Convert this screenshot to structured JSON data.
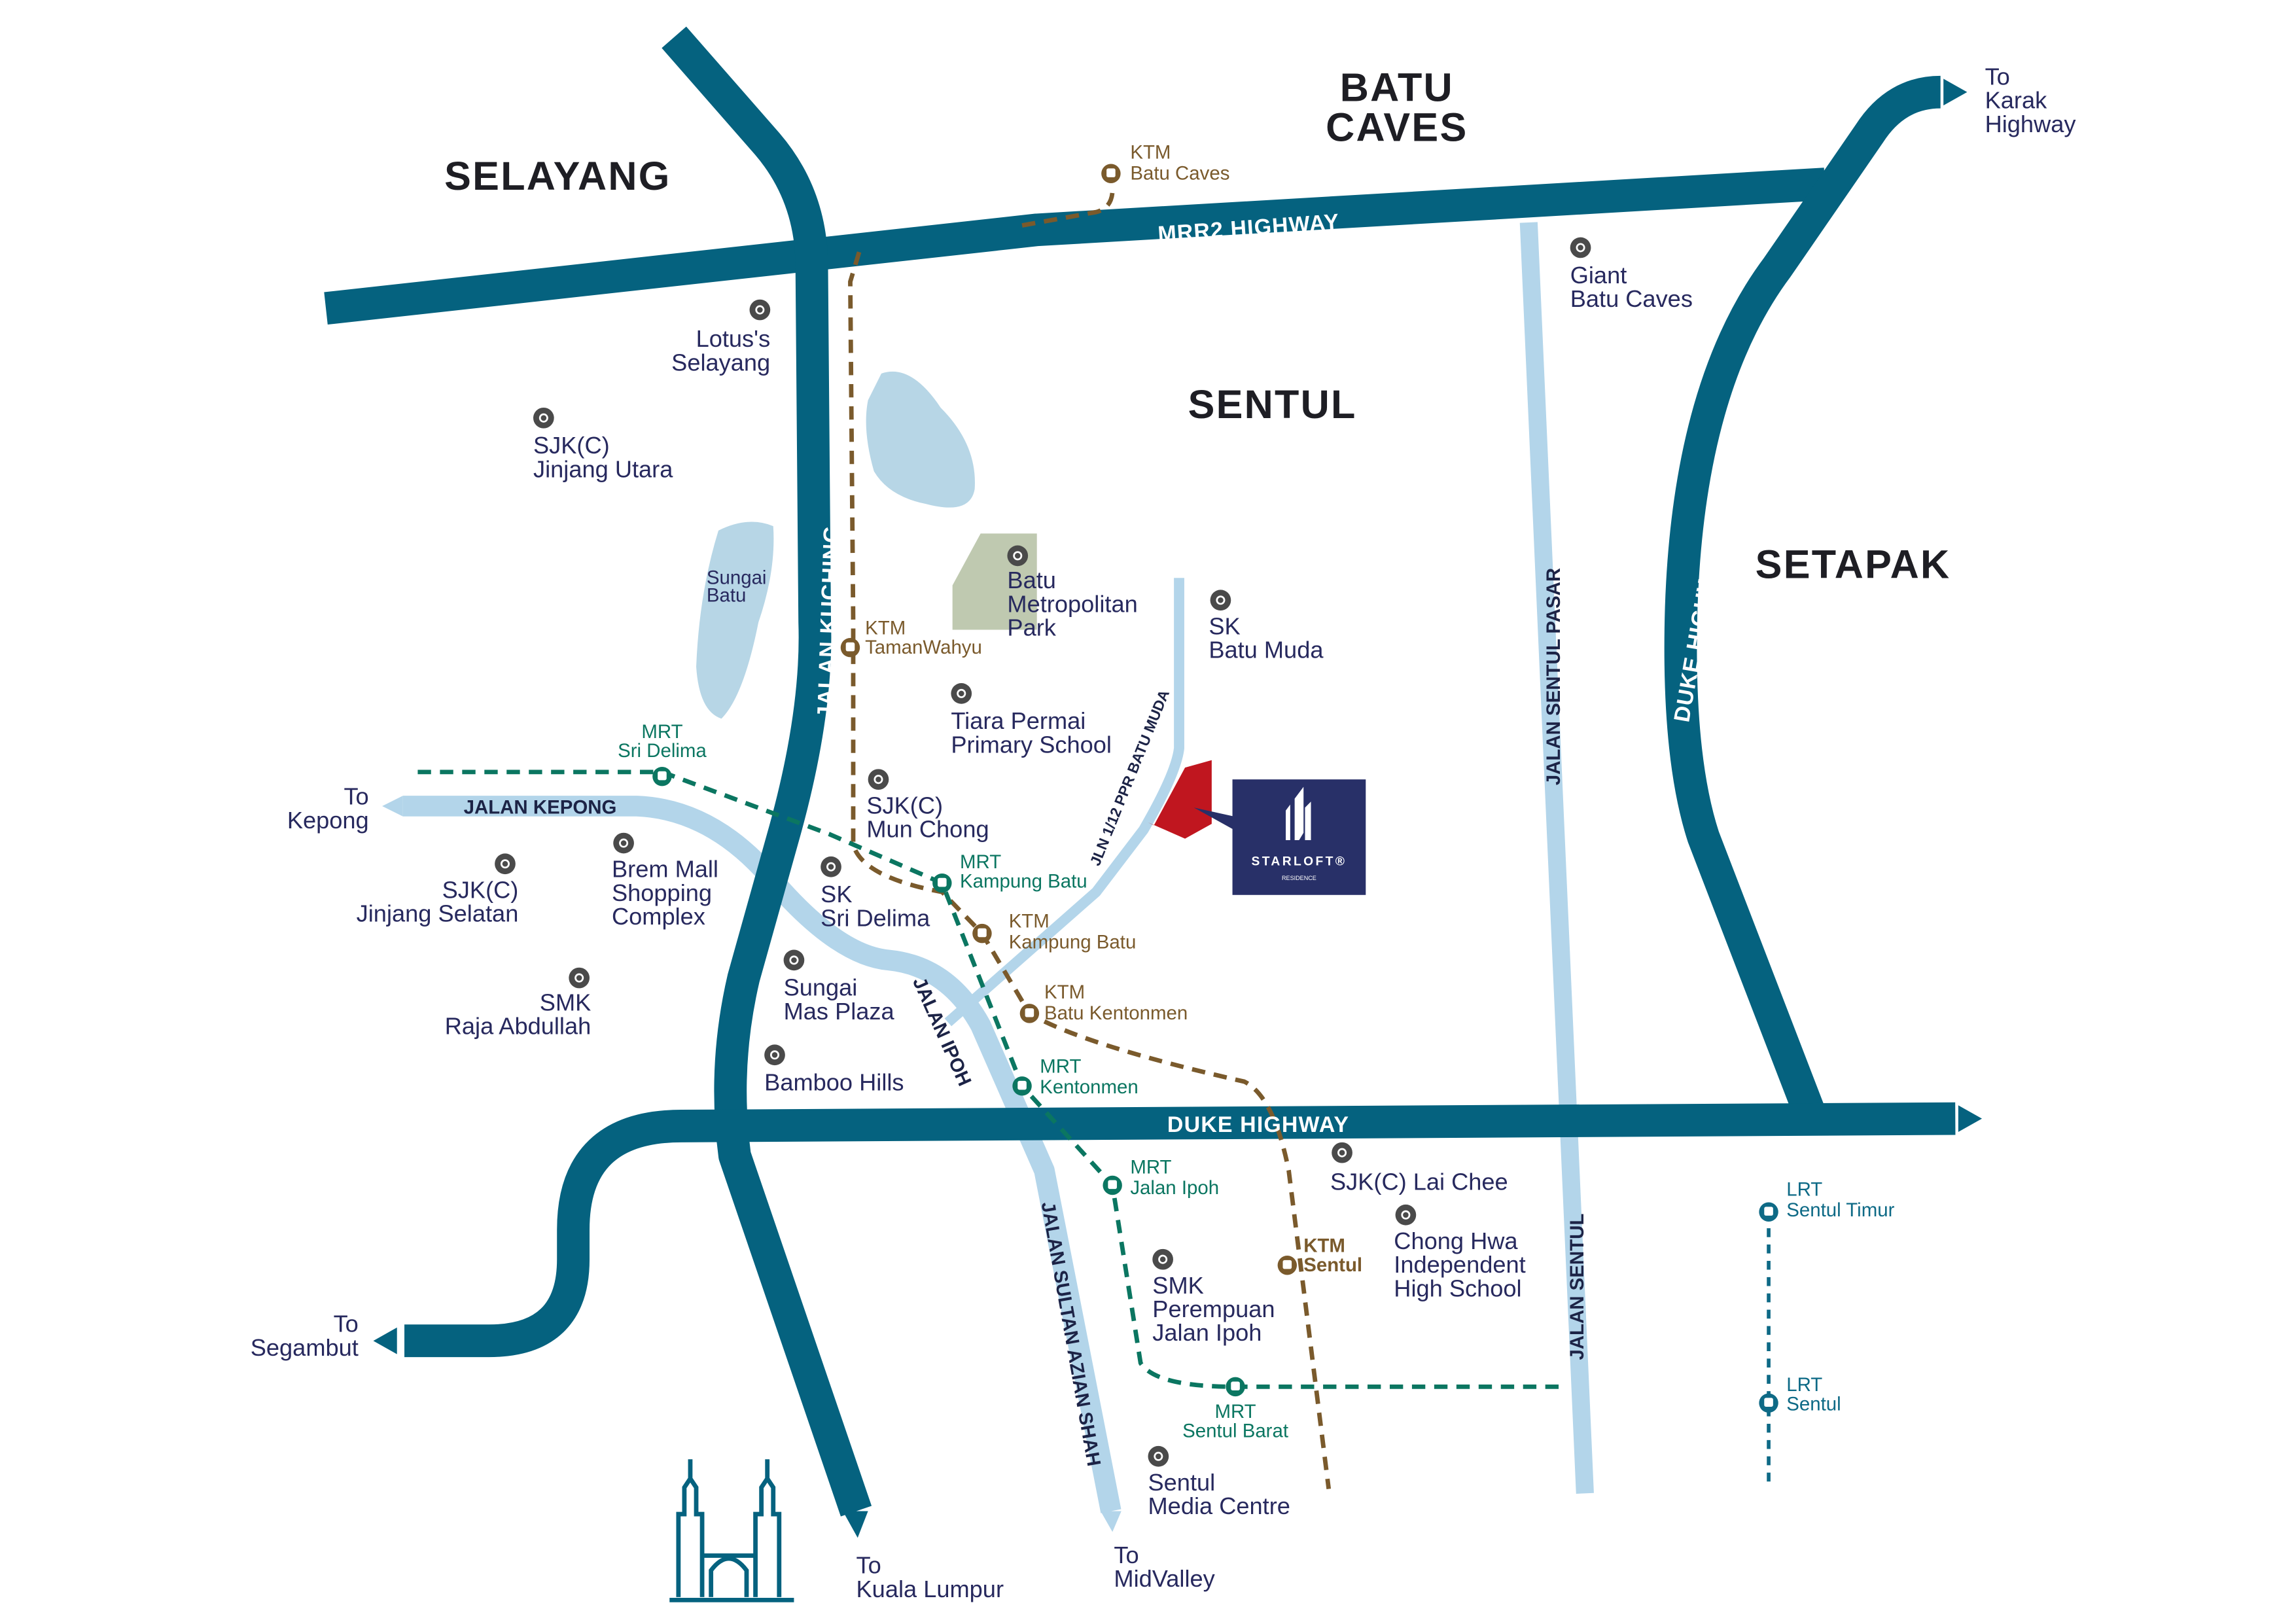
{
  "colors": {
    "major_road": "#05627f",
    "minor_road": "#b3d5ea",
    "text": "#27295e",
    "ktm": "#7a5a2c",
    "mrt": "#0b7661",
    "lrt": "#0e6a86",
    "site": "#c0161f",
    "logo_bg": "#283068",
    "park": "#bfc9b0",
    "water": "#b7d6e6",
    "poi_icon": "#4a4a4a"
  },
  "areas": {
    "selayang": "SELAYANG",
    "batu_caves": [
      "BATU",
      "CAVES"
    ],
    "sentul": "SENTUL",
    "setapak": "SETAPAK"
  },
  "roads": {
    "mrr2": "MRR2 HIGHWAY",
    "jalan_kuching": "JALAN KUCHING",
    "duke_vertical": "DUKE HIGHWAY",
    "duke_horizontal": "DUKE HIGHWAY",
    "jalan_kepong": "JALAN KEPONG",
    "jalan_ipoh": "JALAN IPOH",
    "jalan_sultan_azlan_shah": "JALAN SULTAN AZIAN SHAH",
    "jalan_sentul_pasar": "JALAN SENTUL PASAR",
    "jalan_sentul": "JALAN SENTUL",
    "jln_batu_muda": "JLN 1/12 PPR BATU MUDA"
  },
  "directions": {
    "karak": [
      "To",
      "Karak",
      "Highway"
    ],
    "kepong": [
      "To",
      "Kepong"
    ],
    "segambut": [
      "To",
      "Segambut"
    ],
    "kuala_lumpur": [
      "To",
      "Kuala Lumpur"
    ],
    "midvalley": [
      "To",
      "MidValley"
    ]
  },
  "pois": {
    "lotus": {
      "icon": "shopping-cart-icon",
      "lines": [
        "Lotus's",
        "Selayang"
      ]
    },
    "jinjang_utara": {
      "icon": "school-icon",
      "lines": [
        "SJK(C)",
        "Jinjang Utara"
      ]
    },
    "sungai_batu": {
      "lines": [
        "Sungai",
        "Batu"
      ]
    },
    "metro_park": {
      "icon": "tree-icon",
      "lines": [
        "Batu",
        "Metropolitan",
        "Park"
      ]
    },
    "sk_batu_muda": {
      "icon": "school-icon",
      "lines": [
        "SK",
        "Batu Muda"
      ]
    },
    "tiara_permai": {
      "icon": "school-icon",
      "lines": [
        "Tiara Permai",
        "Primary School"
      ]
    },
    "mun_chong": {
      "icon": "school-icon",
      "lines": [
        "SJK(C)",
        "Mun Chong"
      ]
    },
    "brem_mall": {
      "icon": "shopping-cart-icon",
      "lines": [
        "Brem Mall",
        "Shopping",
        "Complex"
      ]
    },
    "jinjang_selatan": {
      "icon": "school-icon",
      "lines": [
        "SJK(C)",
        "Jinjang Selatan"
      ]
    },
    "sri_delima": {
      "icon": "school-icon",
      "lines": [
        "SK",
        "Sri Delima"
      ]
    },
    "sungai_mas": {
      "icon": "shopping-cart-icon",
      "lines": [
        "Sungai",
        "Mas Plaza"
      ]
    },
    "raja_abdullah": {
      "icon": "school-icon",
      "lines": [
        "SMK",
        "Raja Abdullah"
      ]
    },
    "bamboo_hills": {
      "icon": "tree-icon",
      "lines": [
        "Bamboo Hills"
      ]
    },
    "giant": {
      "icon": "shopping-cart-icon",
      "lines": [
        "Giant",
        "Batu Caves"
      ]
    },
    "lai_chee": {
      "icon": "school-icon",
      "lines": [
        "SJK(C) Lai Chee"
      ]
    },
    "chong_hwa": {
      "icon": "school-icon",
      "lines": [
        "Chong Hwa",
        "Independent",
        "High School"
      ]
    },
    "smk_perempuan": {
      "icon": "school-icon",
      "lines": [
        "SMK",
        "Perempuan",
        "Jalan Ipoh"
      ]
    },
    "sentul_media": {
      "icon": "diamond-icon",
      "lines": [
        "Sentul",
        "Media Centre"
      ]
    }
  },
  "stations": {
    "ktm_batu_caves": [
      "KTM",
      "Batu Caves"
    ],
    "ktm_taman_wahyu": [
      "KTM",
      "TamanWahyu"
    ],
    "mrt_sri_delima": [
      "MRT",
      "Sri Delima"
    ],
    "mrt_kampung_batu": [
      "MRT",
      "Kampung Batu"
    ],
    "ktm_kampung_batu": [
      "KTM",
      "Kampung Batu"
    ],
    "ktm_batu_kentonmen": [
      "KTM",
      "Batu Kentonmen"
    ],
    "mrt_kentonmen": [
      "MRT",
      "Kentonmen"
    ],
    "mrt_jalan_ipoh": [
      "MRT",
      "Jalan Ipoh"
    ],
    "ktm_sentul": [
      "KTM",
      "Sentul"
    ],
    "mrt_sentul_barat": [
      "MRT",
      "Sentul Barat"
    ],
    "lrt_sentul_timur": [
      "LRT",
      "Sentul Timur"
    ],
    "lrt_sentul": [
      "LRT",
      "Sentul"
    ]
  },
  "logo": {
    "brand": "STARLOFT®",
    "sub": "RESIDENCE"
  }
}
